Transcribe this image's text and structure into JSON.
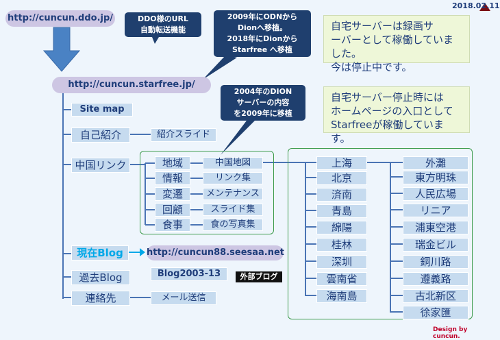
{
  "date": "2018.02.11",
  "credit": "Design by cuncun.",
  "urls": {
    "top": "http://cuncun.ddo.jp/",
    "starfree": "http://cuncun.starfree.jp/",
    "seesaa": "http://cuncun88.seesaa.net"
  },
  "callouts": {
    "ddo": [
      "DDO様のURL",
      "自動転送機能"
    ],
    "odn": [
      "2009年にODNから",
      "Dionへ移植。",
      "2018年にDionから",
      "Starfree へ移植"
    ],
    "dion": [
      "2004年のDION",
      "サーバーの内容",
      "を2009年に移植"
    ]
  },
  "notes": {
    "top": [
      "自宅サーバーは録画サ",
      "ーバーとして稼働していました。",
      "今は停止中です。"
    ],
    "mid": [
      "自宅サーバー停止時には",
      "ホームページの入口として",
      "Starfreeが稼働しています。"
    ]
  },
  "menu": [
    {
      "label": "Site map"
    },
    {
      "label": "自己紹介",
      "sub": "紹介スライド"
    },
    {
      "label": "中国リンク"
    },
    {
      "label": "現在Blog"
    },
    {
      "label": "過去Blog",
      "sub": "Blog2003-13",
      "tag": "外部ブログ"
    },
    {
      "label": "連絡先",
      "sub": "メール送信"
    }
  ],
  "china_links": [
    {
      "label": "地域",
      "sub": "中国地図"
    },
    {
      "label": "情報",
      "sub": "リンク集"
    },
    {
      "label": "変遷",
      "sub": "メンテナンス"
    },
    {
      "label": "回顧",
      "sub": "スライド集"
    },
    {
      "label": "食事",
      "sub": "食の写真集"
    }
  ],
  "cities": [
    "上海",
    "北京",
    "済南",
    "青島",
    "綿陽",
    "桂林",
    "深圳",
    "雲南省",
    "海南島"
  ],
  "shanghai_spots": [
    "外灘",
    "東方明珠",
    "人民広場",
    "リニア",
    "浦東空港",
    "瑞金ビル",
    "銅川路",
    "遵義路",
    "古北新区",
    "徐家匯"
  ]
}
